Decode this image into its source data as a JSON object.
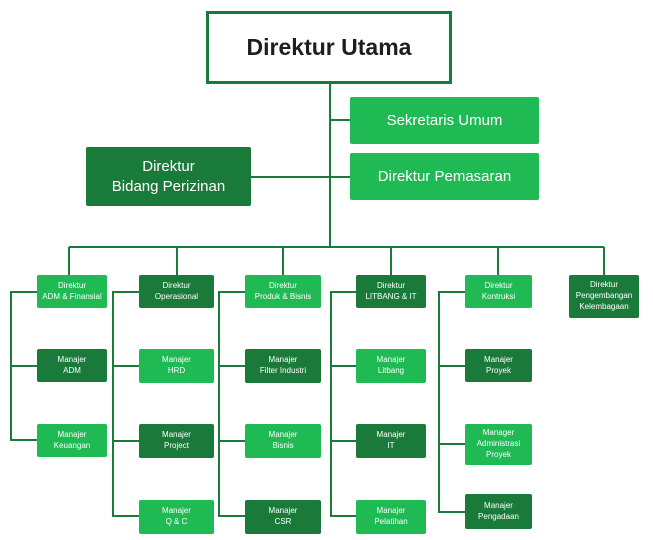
{
  "colors": {
    "light_green": "#1fba53",
    "dark_green": "#1a7a3a",
    "line": "#1a7a3a"
  },
  "top": {
    "title": "Direktur Utama"
  },
  "secretary": {
    "label": "Sekretaris Umum"
  },
  "marketing": {
    "label": "Direktur Pemasaran"
  },
  "licensing": {
    "line1": "Direktur",
    "line2": "Bidang Perizinan"
  },
  "directors": [
    {
      "line1": "Direktur",
      "line2": "ADM & Finansial",
      "managers": [
        [
          "Manajer",
          "ADM"
        ],
        [
          "Manajer",
          "Keuangan"
        ]
      ]
    },
    {
      "line1": "Direktur",
      "line2": "Operasional",
      "managers": [
        [
          "Manajer",
          "HRD"
        ],
        [
          "Manajer",
          "Project"
        ],
        [
          "Manajer",
          "Q & C"
        ]
      ]
    },
    {
      "line1": "Direktur",
      "line2": "Produk & Bisnis",
      "managers": [
        [
          "Manajer",
          "Filter Industri"
        ],
        [
          "Manajer",
          "Bisnis"
        ],
        [
          "Manajer",
          "CSR"
        ]
      ]
    },
    {
      "line1": "Direktur",
      "line2": "LITBANG & IT",
      "managers": [
        [
          "Manajer",
          "Litbang"
        ],
        [
          "Manajer",
          "IT"
        ],
        [
          "Manajer",
          "Pelatihan"
        ]
      ]
    },
    {
      "line1": "Direktur",
      "line2": "Kontruksi",
      "managers": [
        [
          "Manajer",
          "Proyek"
        ],
        [
          "Manager",
          "Administrasi",
          "Proyek"
        ],
        [
          "Manajer",
          "Pengadaan"
        ]
      ]
    },
    {
      "line1": "Direktur",
      "line2": "Pengembangan",
      "line3": "Kelembagaan",
      "managers": []
    }
  ]
}
